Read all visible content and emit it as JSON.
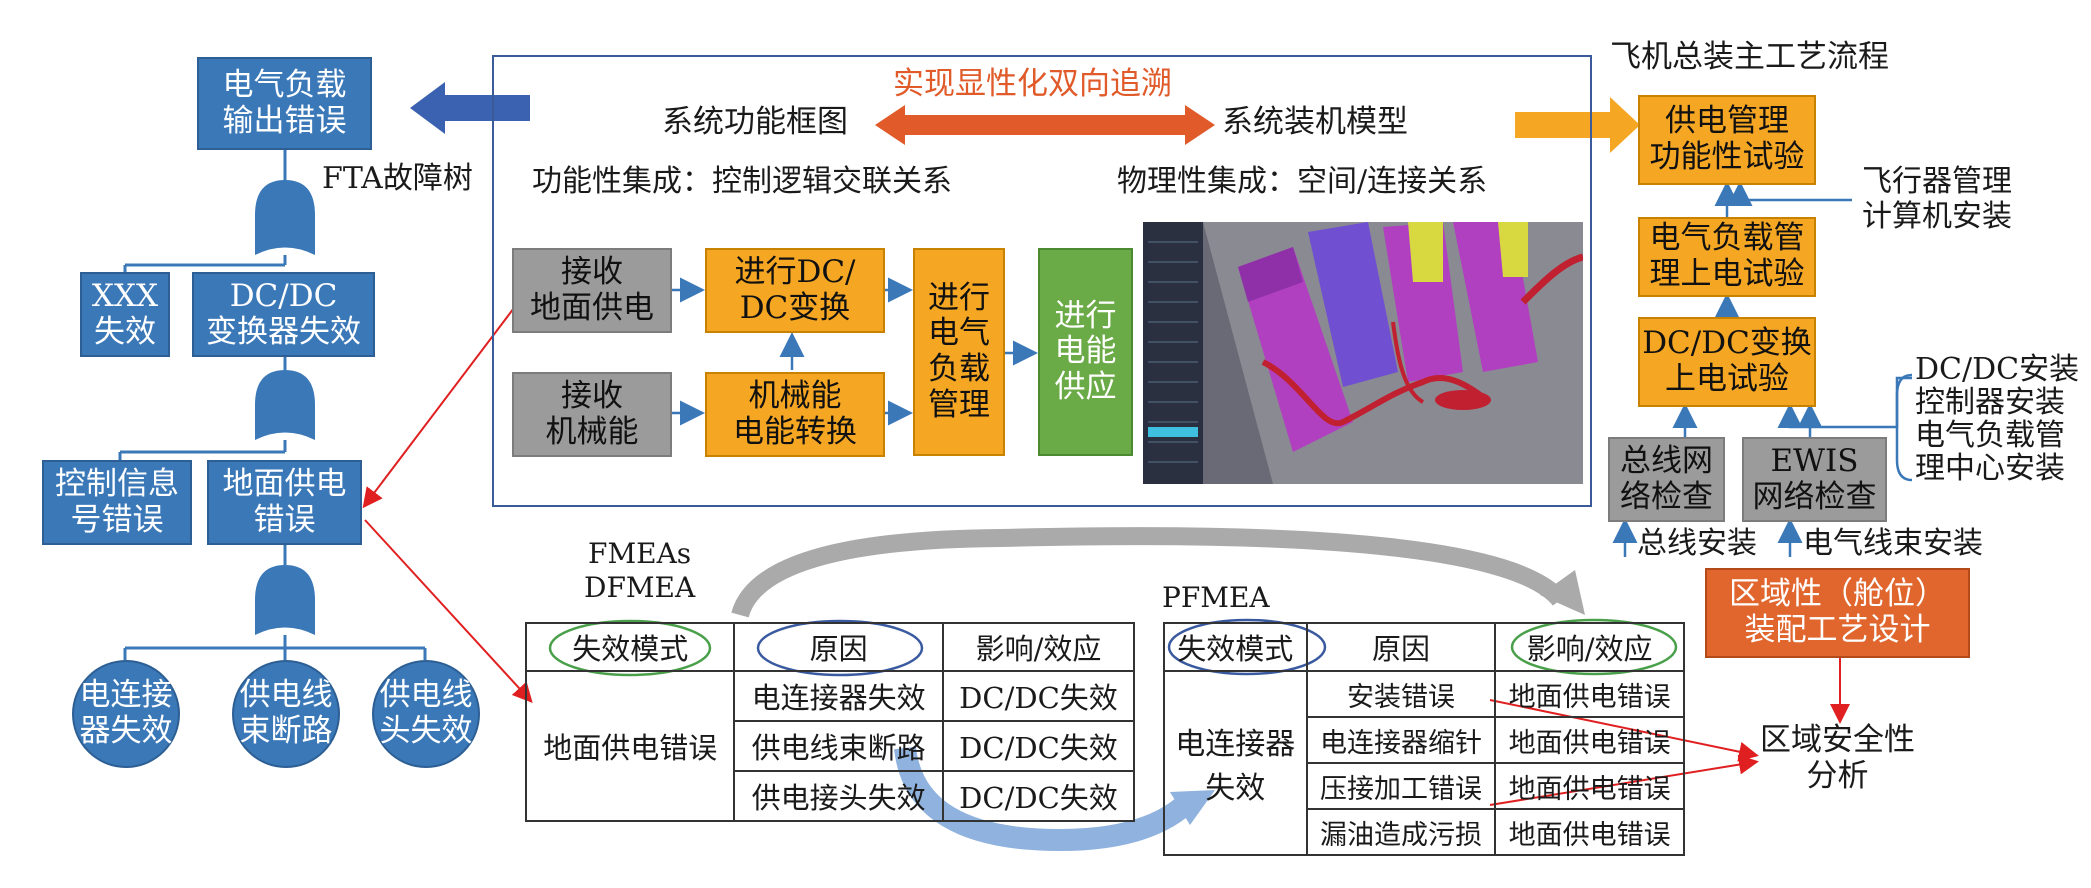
{
  "fta": {
    "title": "FTA故障树",
    "top_event": "电气负载\n输出错误",
    "level2": [
      "XXX\n失效",
      "DC/DC\n变换器失效"
    ],
    "level3": [
      "控制信息\n号错误",
      "地面供电\n错误"
    ],
    "level4": [
      "电连接\n器失效",
      "供电线\n束断路",
      "供电线\n头失效"
    ]
  },
  "center": {
    "trace_label": "实现显性化双向追溯",
    "left_model": "系统功能框图",
    "right_model": "系统装机模型",
    "left_heading": "功能性集成：控制逻辑交联关系",
    "right_heading": "物理性集成：空间/连接关系",
    "blocks": {
      "recv_ground": "接收\n地面供电",
      "recv_mech": "接收\n机械能",
      "dc_convert": "进行DC/\nDC变换",
      "mech_convert": "机械能\n电能转换",
      "load_mgmt": "进行\n电气\n负载\n管理",
      "power_supply": "进行\n电能\n供应"
    }
  },
  "process": {
    "title": "飞机总装主工艺流程",
    "steps": [
      "供电管理\n功能性试验",
      "电气负载管\n理上电试验",
      "DC/DC变换\n上电试验"
    ],
    "side1": "飞行器管理\n计算机安装",
    "side2": "DC/DC安装\n控制器安装\n电气负载管\n理中心安装",
    "checks": [
      "总线网\n络检查",
      "EWIS\n网络检查"
    ],
    "installs": [
      "总线安装",
      "电气线束安装"
    ],
    "zonal_design": "区域性（舱位）\n装配工艺设计",
    "zonal_safety": "区域安全性\n分析"
  },
  "fmea": {
    "heading": "FMEAs\nDFMEA",
    "dfmea": {
      "headers": [
        "失效模式",
        "原因",
        "影响/效应"
      ],
      "mode": "地面供电错误",
      "causes": [
        "电连接器失效",
        "供电线束断路",
        "供电接头失效"
      ],
      "effects": [
        "DC/DC失效",
        "DC/DC失效",
        "DC/DC失效"
      ]
    },
    "pfmea_label": "PFMEA",
    "pfmea": {
      "headers": [
        "失效模式",
        "原因",
        "影响/效应"
      ],
      "mode": "电连接器\n失效",
      "causes": [
        "安装错误",
        "电连接器缩针",
        "压接加工错误",
        "漏油造成污损"
      ],
      "effects": [
        "地面供电错误",
        "地面供电错误",
        "地面供电错误",
        "地面供电错误"
      ]
    }
  },
  "colors": {
    "blue": "#3b78b8",
    "orange": "#f5a623",
    "gray": "#9b9b9b",
    "green": "#6aaa47",
    "red": "#e0662e",
    "trace": "#e05a2a"
  }
}
